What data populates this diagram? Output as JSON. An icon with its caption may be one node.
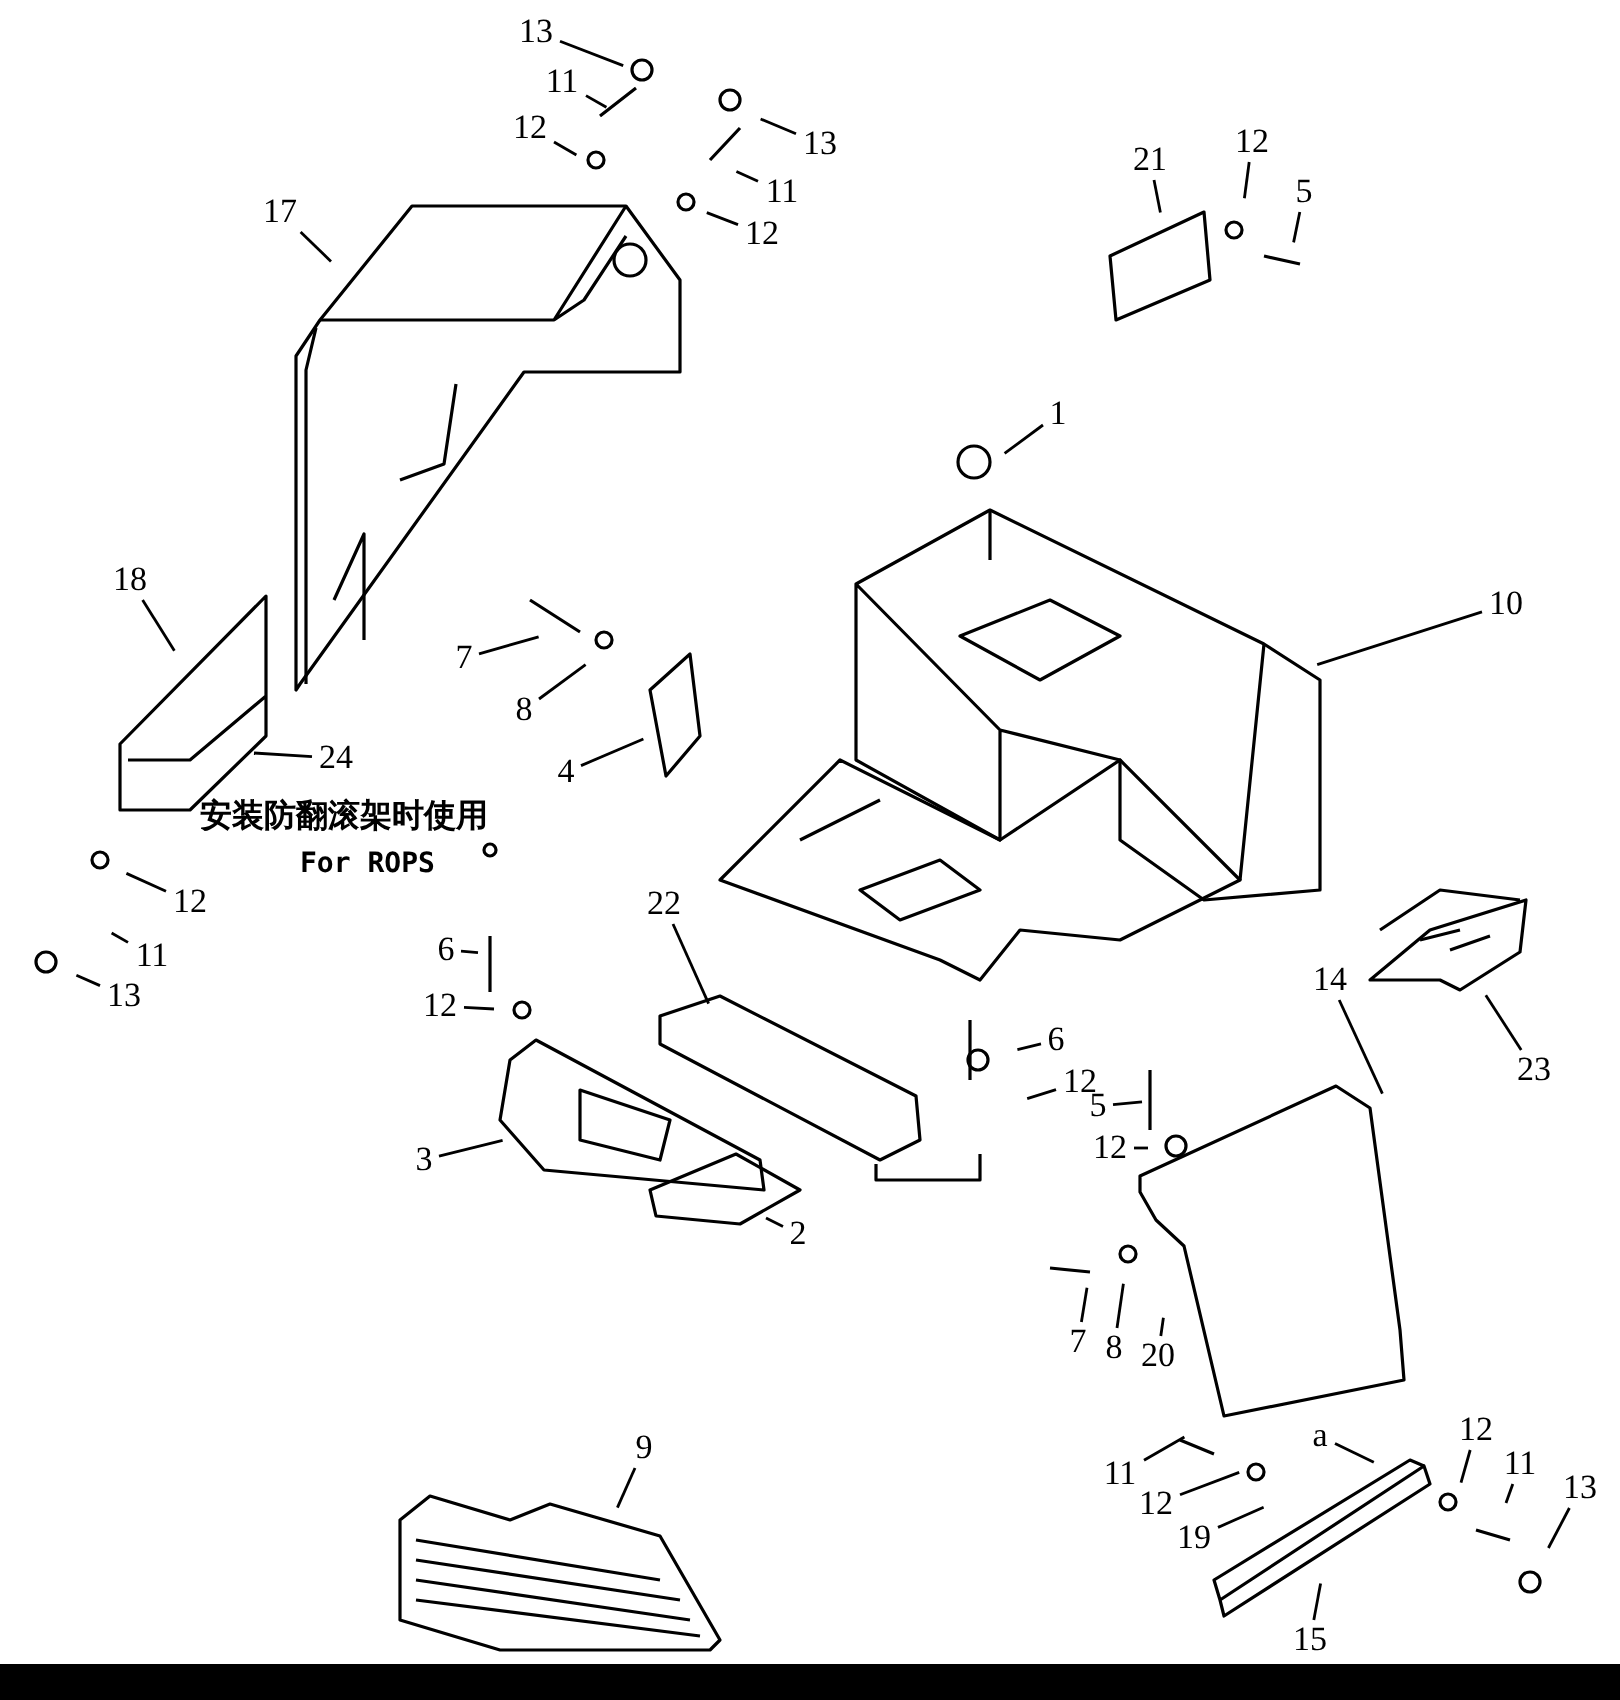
{
  "diagram": {
    "nodes": [
      {
        "text": [
          "13"
        ]
      },
      {
        "text": [
          "11"
        ]
      },
      {
        "text": [
          "12"
        ]
      },
      {
        "text": [
          "13"
        ]
      },
      {
        "text": [
          "11"
        ]
      },
      {
        "text": [
          "12"
        ]
      },
      {
        "text": [
          "17"
        ]
      },
      {
        "text": [
          "21"
        ]
      },
      {
        "text": [
          "12"
        ]
      },
      {
        "text": [
          "5"
        ]
      },
      {
        "text": [
          "1"
        ]
      },
      {
        "text": [
          "10"
        ]
      },
      {
        "text": [
          "18"
        ]
      },
      {
        "text": [
          "24"
        ]
      },
      {
        "text": [
          "7"
        ]
      },
      {
        "text": [
          "8"
        ]
      },
      {
        "text": [
          "4"
        ]
      },
      {
        "text": [
          "12"
        ]
      },
      {
        "text": [
          "11"
        ]
      },
      {
        "text": [
          "13"
        ]
      },
      {
        "text": [
          "22"
        ]
      },
      {
        "text": [
          "6"
        ]
      },
      {
        "text": [
          "12"
        ]
      },
      {
        "text": [
          "3"
        ]
      },
      {
        "text": [
          "2"
        ]
      },
      {
        "text": [
          "6"
        ]
      },
      {
        "text": [
          "12"
        ]
      },
      {
        "text": [
          "5"
        ]
      },
      {
        "text": [
          "12"
        ]
      },
      {
        "text": [
          "14"
        ]
      },
      {
        "text": [
          "23"
        ]
      },
      {
        "text": [
          "7"
        ]
      },
      {
        "text": [
          "8"
        ]
      },
      {
        "text": [
          "20"
        ]
      },
      {
        "text": [
          "11"
        ]
      },
      {
        "text": [
          "12"
        ]
      },
      {
        "text": [
          "19"
        ]
      },
      {
        "text": [
          "a"
        ]
      },
      {
        "text": [
          "12"
        ]
      },
      {
        "text": [
          "11"
        ]
      },
      {
        "text": [
          "13"
        ]
      },
      {
        "text": [
          "15"
        ]
      },
      {
        "text": [
          "9"
        ]
      }
    ],
    "edges": [
      {
        "from": 0,
        "to": null,
        "arrow": "none"
      },
      {
        "from": 1,
        "to": null,
        "arrow": "none"
      },
      {
        "from": 2,
        "to": null,
        "arrow": "none"
      },
      {
        "from": 3,
        "to": null,
        "arrow": "none"
      },
      {
        "from": 4,
        "to": null,
        "arrow": "none"
      },
      {
        "from": 5,
        "to": null,
        "arrow": "none"
      },
      {
        "from": 6,
        "to": null,
        "arrow": "none"
      },
      {
        "from": 7,
        "to": null,
        "arrow": "none"
      },
      {
        "from": 8,
        "to": null,
        "arrow": "none"
      },
      {
        "from": 9,
        "to": null,
        "arrow": "none"
      },
      {
        "from": 10,
        "to": null,
        "arrow": "none"
      },
      {
        "from": 11,
        "to": null,
        "arrow": "none"
      },
      {
        "from": 12,
        "to": null,
        "arrow": "none"
      },
      {
        "from": 13,
        "to": null,
        "arrow": "none"
      },
      {
        "from": 14,
        "to": null,
        "arrow": "none"
      },
      {
        "from": 15,
        "to": null,
        "arrow": "none"
      },
      {
        "from": 16,
        "to": null,
        "arrow": "none"
      },
      {
        "from": 17,
        "to": null,
        "arrow": "none"
      },
      {
        "from": 18,
        "to": null,
        "arrow": "none"
      },
      {
        "from": 19,
        "to": null,
        "arrow": "none"
      },
      {
        "from": 20,
        "to": null,
        "arrow": "none"
      },
      {
        "from": 21,
        "to": null,
        "arrow": "none"
      },
      {
        "from": 22,
        "to": null,
        "arrow": "none"
      },
      {
        "from": 23,
        "to": null,
        "arrow": "none"
      },
      {
        "from": 24,
        "to": null,
        "arrow": "none"
      },
      {
        "from": 25,
        "to": null,
        "arrow": "none"
      },
      {
        "from": 26,
        "to": null,
        "arrow": "none"
      },
      {
        "from": 27,
        "to": null,
        "arrow": "none"
      },
      {
        "from": 28,
        "to": null,
        "arrow": "none"
      },
      {
        "from": 29,
        "to": null,
        "arrow": "none"
      },
      {
        "from": 30,
        "to": null,
        "arrow": "none"
      },
      {
        "from": 31,
        "to": null,
        "arrow": "none"
      },
      {
        "from": 32,
        "to": null,
        "arrow": "none"
      },
      {
        "from": 33,
        "to": null,
        "arrow": "none"
      },
      {
        "from": 34,
        "to": null,
        "arrow": "none"
      },
      {
        "from": 35,
        "to": null,
        "arrow": "none"
      },
      {
        "from": 36,
        "to": null,
        "arrow": "none"
      },
      {
        "from": 37,
        "to": null,
        "arrow": "none"
      },
      {
        "from": 38,
        "to": null,
        "arrow": "none"
      },
      {
        "from": 39,
        "to": null,
        "arrow": "none"
      },
      {
        "from": 40,
        "to": null,
        "arrow": "none"
      },
      {
        "from": 41,
        "to": null,
        "arrow": "none"
      },
      {
        "from": 42,
        "to": null,
        "arrow": "none"
      }
    ],
    "labels": [
      "安装防翻滚架时使用",
      "For ROPS"
    ]
  }
}
